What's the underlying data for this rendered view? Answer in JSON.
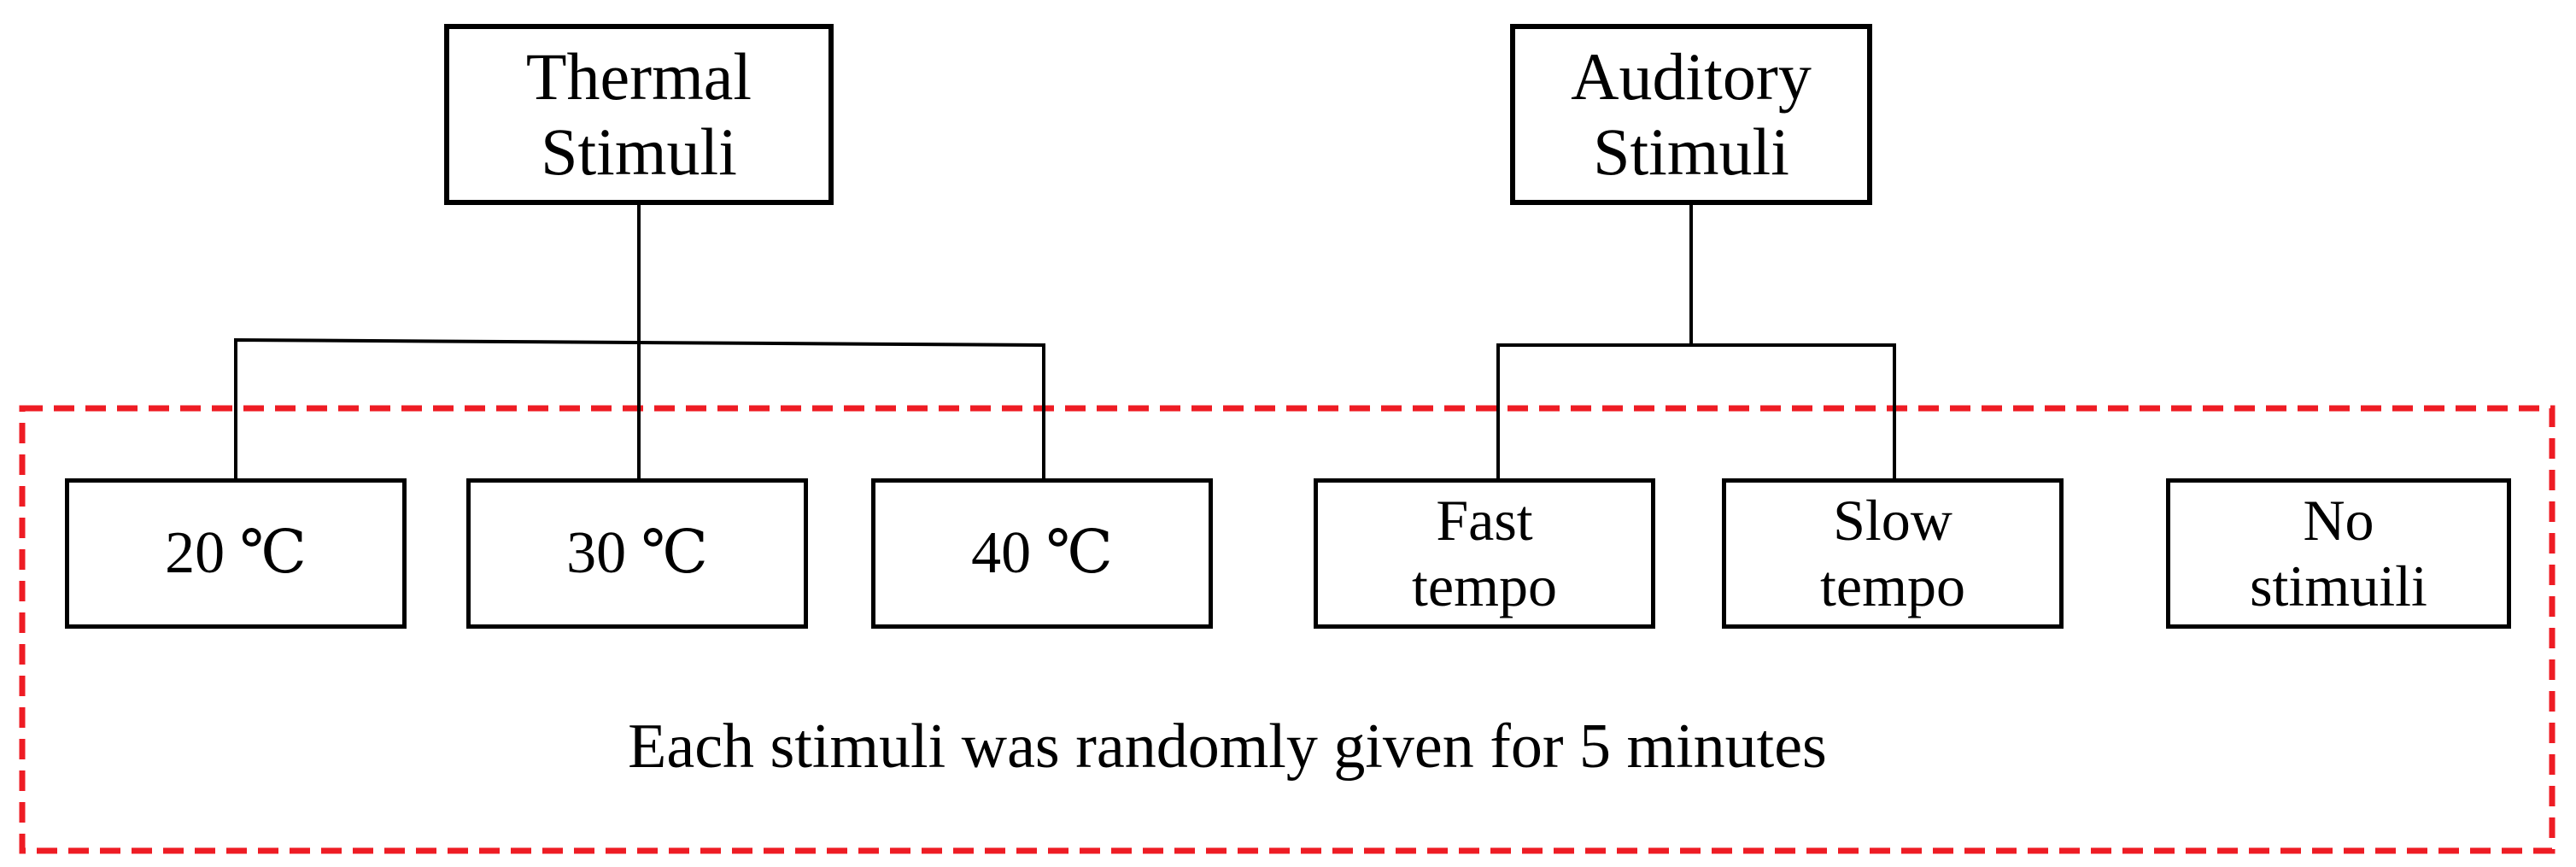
{
  "nodes": {
    "thermal": {
      "line1": "Thermal",
      "line2": "Stimuli"
    },
    "auditory": {
      "line1": "Auditory",
      "line2": "Stimuli"
    },
    "t20": {
      "label": "20 ℃"
    },
    "t30": {
      "label": "30 ℃"
    },
    "t40": {
      "label": "40 ℃"
    },
    "fast": {
      "line1": "Fast",
      "line2": "tempo"
    },
    "slow": {
      "line1": "Slow",
      "line2": "tempo"
    },
    "none": {
      "line1": "No",
      "line2": "stimuili"
    }
  },
  "dashed_box": {
    "caption": "Each stimuli was randomly given for 5 minutes",
    "color": "#ee1c24"
  },
  "colors": {
    "line": "#000000",
    "box_border": "#000000"
  }
}
